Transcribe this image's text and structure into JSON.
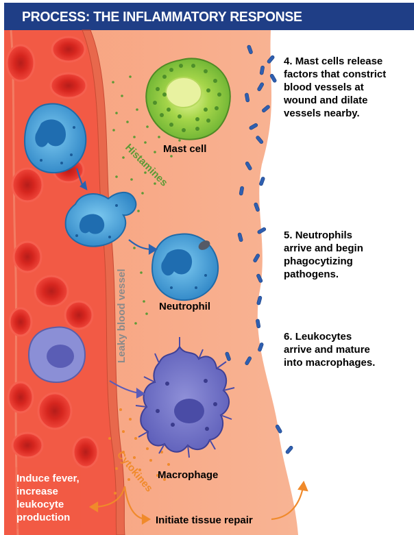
{
  "header": {
    "title": "PROCESS: THE INFLAMMATORY RESPONSE"
  },
  "cells": {
    "mast_cell": "Mast cell",
    "neutrophil": "Neutrophil",
    "macrophage": "Macrophage"
  },
  "chemicals": {
    "histamines": "Histamines",
    "cytokines": "Cytokines"
  },
  "vessel_label": "Leaky blood vessel",
  "fever_box": {
    "lines": [
      "Induce fever,",
      "increase",
      "leukocyte",
      "production"
    ]
  },
  "tissue_repair": "Initiate tissue repair",
  "steps": [
    {
      "number": "4.",
      "lines": [
        "Mast cells release",
        "factors that constrict",
        "blood vessels at",
        "wound and dilate",
        "vessels nearby."
      ]
    },
    {
      "number": "5.",
      "lines": [
        "Neutrophils",
        "arrive and begin",
        "phagocytizing",
        "pathogens."
      ]
    },
    {
      "number": "6.",
      "lines": [
        "Leukocytes",
        "arrive and mature",
        "into macrophages."
      ]
    }
  ],
  "colors": {
    "header_bg": "#1f3e86",
    "tissue": "#f6a27f",
    "vessel_wall": "#e05a3e",
    "rbc": "#e8332b",
    "mast_green": "#7fc241",
    "neutrophil_blue": "#3f9fd8",
    "macrophage_purple": "#6e6fc4",
    "cytokine_orange": "#f08a2b",
    "histamine_green": "#5e9a36"
  }
}
